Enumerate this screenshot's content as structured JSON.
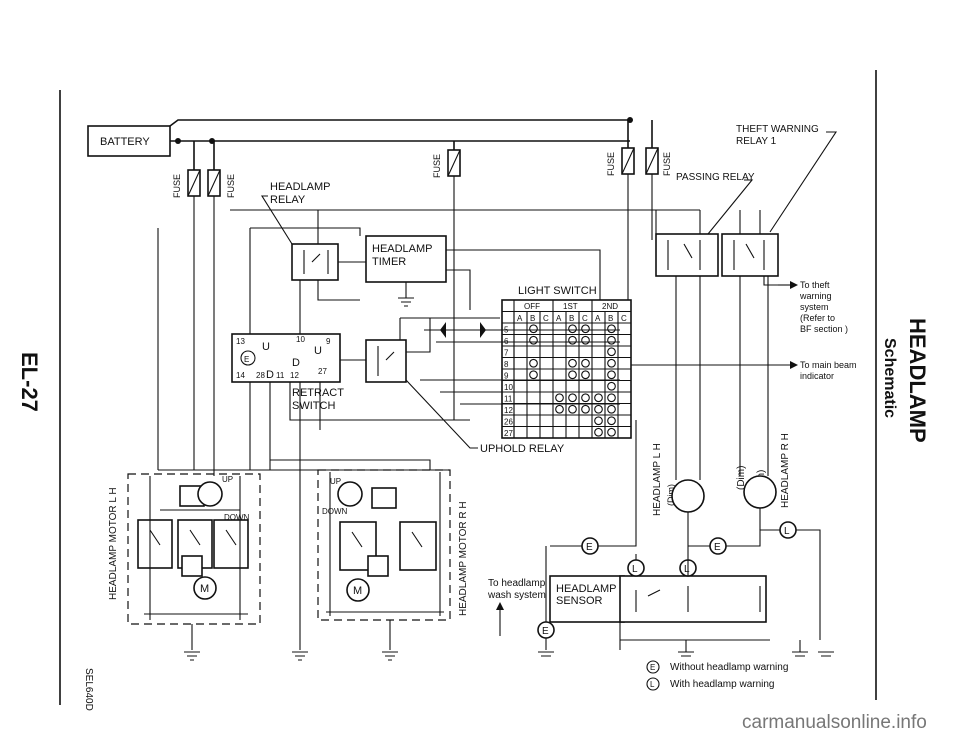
{
  "page": {
    "page_number": "EL-27",
    "section_title": "HEADLAMP",
    "section_subtitle": "Schematic",
    "figure_code": "SEL640D"
  },
  "components": {
    "battery": "BATTERY",
    "fuse": "FUSE",
    "theft_relay_line1": "THEFT WARNING",
    "theft_relay_line2": "RELAY 1",
    "passing_relay": "PASSING RELAY",
    "headlamp_relay_line1": "HEADLAMP",
    "headlamp_relay_line2": "RELAY",
    "headlamp_timer_line1": "HEADLAMP",
    "headlamp_timer_line2": "TIMER",
    "light_switch": "LIGHT SWITCH",
    "retract_switch_line1": "RETRACT",
    "retract_switch_line2": "SWITCH",
    "uphold_relay": "UPHOLD RELAY",
    "headlamp_sensor_line1": "HEADLAMP",
    "headlamp_sensor_line2": "SENSOR",
    "motor_lh": "HEADLAMP MOTOR L H",
    "motor_rh": "HEADLAMP MOTOR R H",
    "lamp_lh": "HEADLAMP L H",
    "lamp_rh": "HEADLAMP R H",
    "dim": "(Dim)",
    "main": "(Main)",
    "wash_line1": "To headlamp",
    "wash_line2": "wash system",
    "up": "UP",
    "down": "DOWN",
    "motor_symbol": "M"
  },
  "theft_note": [
    "To theft",
    "warning",
    "system",
    "(Refer to",
    "BF section )"
  ],
  "beam_note": [
    "To main beam",
    "indicator"
  ],
  "light_switch_table": {
    "positions": [
      "OFF",
      "1ST",
      "2ND"
    ],
    "subcolumns": [
      "A",
      "B",
      "C",
      "A",
      "B",
      "C",
      "A",
      "B",
      "C"
    ],
    "terminals": [
      "5",
      "6",
      "7",
      "8",
      "9",
      "10",
      "11",
      "12",
      "26",
      "27"
    ]
  },
  "retract_terminals": [
    "13",
    "U",
    "10",
    "U",
    "9",
    "E",
    "D",
    "27",
    "14",
    "28",
    "D",
    "11",
    "12"
  ],
  "legend": [
    {
      "symbol": "E",
      "text": "Without headlamp warning"
    },
    {
      "symbol": "L",
      "text": "With headlamp warning"
    }
  ],
  "watermark": "carmanualsonline.info"
}
